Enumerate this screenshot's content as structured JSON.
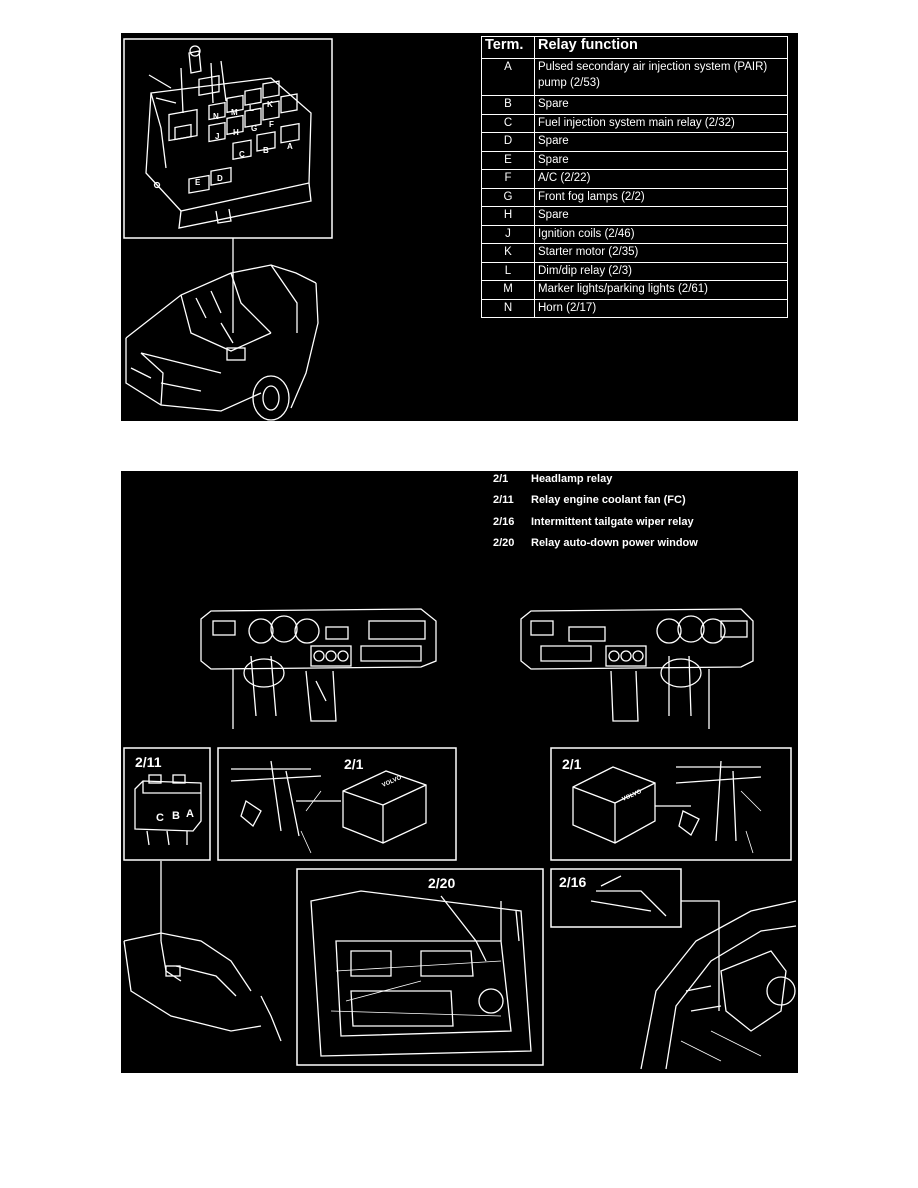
{
  "relay_table": {
    "headers": [
      "Term.",
      "Relay function"
    ],
    "rows": [
      {
        "term": "A",
        "func": "Pulsed secondary air injection system (PAIR) pump (2/53)"
      },
      {
        "term": "B",
        "func": "Spare"
      },
      {
        "term": "C",
        "func": "Fuel injection system main relay (2/32)"
      },
      {
        "term": "D",
        "func": "Spare"
      },
      {
        "term": "E",
        "func": "Spare"
      },
      {
        "term": "F",
        "func": "A/C (2/22)"
      },
      {
        "term": "G",
        "func": "Front fog lamps (2/2)"
      },
      {
        "term": "H",
        "func": "Spare"
      },
      {
        "term": "J",
        "func": "Ignition coils (2/46)"
      },
      {
        "term": "K",
        "func": "Starter motor (2/35)"
      },
      {
        "term": "L",
        "func": "Dim/dip relay (2/3)"
      },
      {
        "term": "M",
        "func": "Marker lights/parking lights (2/61)"
      },
      {
        "term": "N",
        "func": "Horn (2/17)"
      }
    ]
  },
  "relay_box_labels": [
    "N",
    "M",
    "L",
    "K",
    "J",
    "H",
    "G",
    "F",
    "C",
    "B",
    "A",
    "E",
    "D"
  ],
  "relay_list": [
    {
      "code": "2/1",
      "desc": "Headlamp relay"
    },
    {
      "code": "2/11",
      "desc": "Relay engine coolant fan (FC)"
    },
    {
      "code": "2/16",
      "desc": "Intermittent tailgate wiper relay"
    },
    {
      "code": "2/20",
      "desc": "Relay auto-down power window"
    }
  ],
  "callouts": {
    "fan_relay": "2/11",
    "headlamp_relay_lhd": "2/1",
    "headlamp_relay_rhd": "2/1",
    "window_relay": "2/20",
    "tailgate_relay": "2/16",
    "connector_pins": [
      "C",
      "B",
      "A"
    ],
    "relay_brand": "VOLVO"
  }
}
